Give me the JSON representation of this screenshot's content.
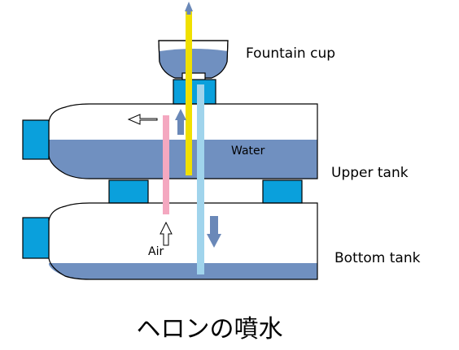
{
  "labels": {
    "fountain_cup": "Fountain cup",
    "upper_tank": "Upper tank",
    "bottom_tank": "Bottom tank",
    "water": "Water",
    "air": "Air"
  },
  "title": "ヘロンの噴水",
  "colors": {
    "water": "#7090c0",
    "cap": "#0aa0dc",
    "tube_yellow": "#f0e000",
    "tube_pink": "#f4a8c0",
    "tube_lightblue": "#a0d4ec",
    "arrow_blue": "#6a88b8",
    "outline": "#000000"
  },
  "icons": [
    "up-arrow-icon",
    "left-arrow-icon",
    "down-arrow-icon",
    "air-up-arrow-icon"
  ]
}
